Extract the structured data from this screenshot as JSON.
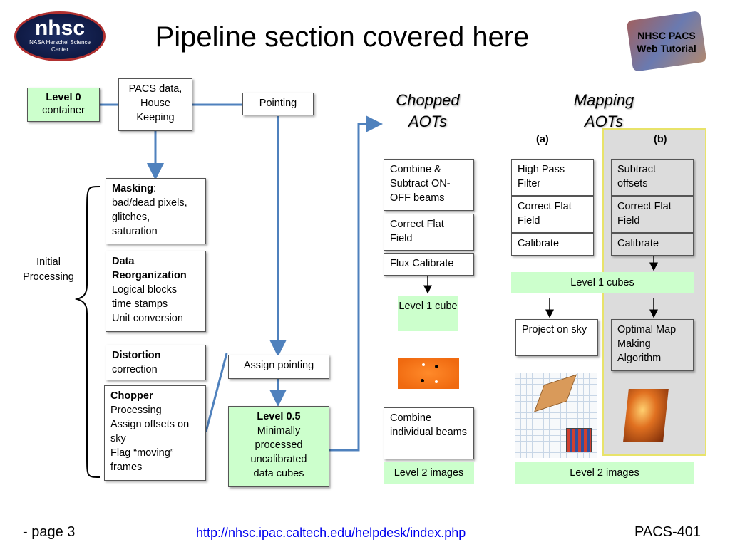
{
  "header": {
    "title": "Pipeline section covered here",
    "left_logo": {
      "big": "nhsc",
      "small1": "NASA Herschel Science",
      "small2": "Center"
    },
    "right_logo": {
      "line1": "NHSC PACS",
      "line2": "Web Tutorial"
    }
  },
  "left_flow": {
    "level0": {
      "bold": "Level 0",
      "text": "container"
    },
    "pacs_data": "PACS data, House Keeping",
    "pointing": "Pointing",
    "initial_processing": "Initial Processing",
    "masking": {
      "bold": "Masking",
      "rest": ":",
      "l1": "bad/dead pixels,",
      "l2": "glitches,",
      "l3": "saturation"
    },
    "data_reorg": {
      "b1": "Data",
      "b2": "Reorganization",
      "l1": "Logical blocks",
      "l2": "time stamps",
      "l3": "Unit conversion"
    },
    "distortion": {
      "bold": "Distortion",
      "l1": "correction"
    },
    "chopper": {
      "bold": "Chopper",
      "l1": "Processing",
      "l2": "Assign offsets on",
      "l3": "sky",
      "l4": "Flag “moving”",
      "l5": "frames"
    },
    "assign_pointing": "Assign pointing",
    "level05": {
      "bold": "Level 0.5",
      "l1": "Minimally",
      "l2": "processed",
      "l3": "uncalibrated",
      "l4": "data cubes"
    }
  },
  "chopped": {
    "title1": "Chopped",
    "title2": "AOTs",
    "combine_subtract": "Combine & Subtract ON-OFF beams",
    "correct_flat": "Correct Flat Field",
    "flux_calibrate": "Flux Calibrate",
    "level1_cube": "Level 1 cube",
    "combine_beams": "Combine individual beams",
    "level2": "Level 2 images"
  },
  "mapping": {
    "title1": "Mapping",
    "title2": "AOTs",
    "col_a": "(a)",
    "col_b": "(b)",
    "high_pass": "High Pass Filter",
    "correct_flat_a": "Correct Flat Field",
    "calibrate_a": "Calibrate",
    "subtract_offsets": "Subtract offsets",
    "correct_flat_b": "Correct Flat Field",
    "calibrate_b": "Calibrate",
    "level1_cubes": "Level 1 cubes",
    "project_sky": "Project on sky",
    "optimal_map": "Optimal Map Making Algorithm",
    "level2": "Level 2 images"
  },
  "footer": {
    "page": "- page 3",
    "url": "http://nhsc.ipac.caltech.edu/helpdesk/index.php",
    "code": "PACS-401"
  },
  "colors": {
    "green": "#ccffcc",
    "wire": "#4f81bd",
    "panel": "#dcdcdc",
    "panel_border": "#e8e36a"
  }
}
